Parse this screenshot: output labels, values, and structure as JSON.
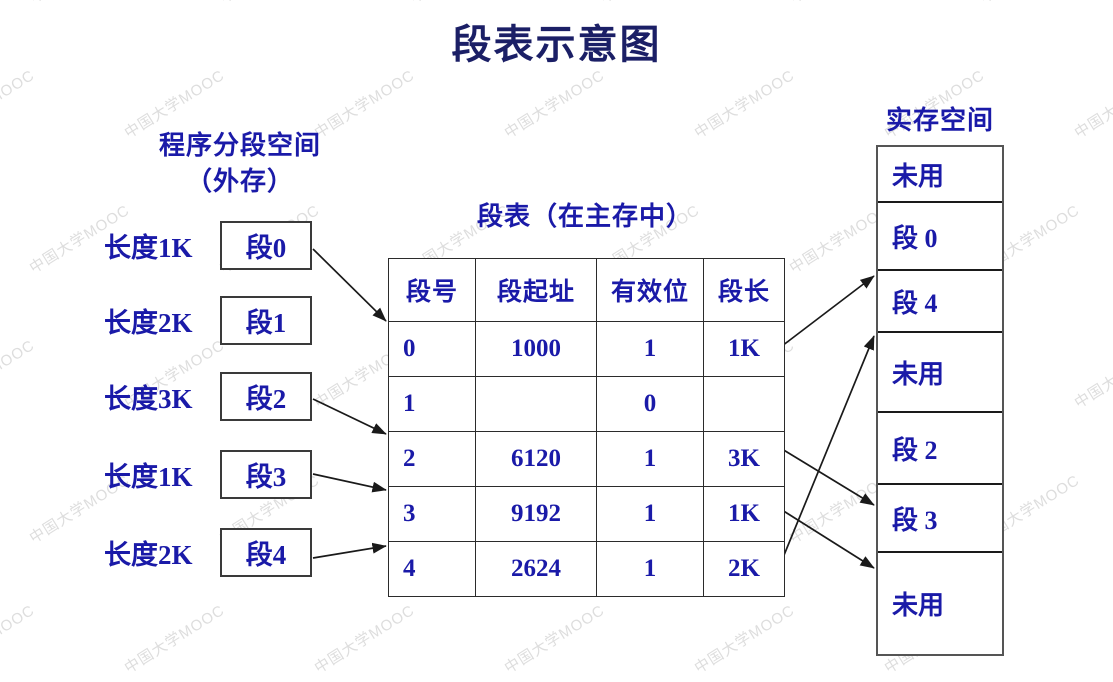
{
  "title": "段表示意图",
  "program_space": {
    "heading_line1": "程序分段空间",
    "heading_line2": "（外存）",
    "segments": [
      {
        "length_label": "长度1K",
        "box_label": "段0"
      },
      {
        "length_label": "长度2K",
        "box_label": "段1"
      },
      {
        "length_label": "长度3K",
        "box_label": "段2"
      },
      {
        "length_label": "长度1K",
        "box_label": "段3"
      },
      {
        "length_label": "长度2K",
        "box_label": "段4"
      }
    ]
  },
  "segment_table": {
    "heading": "段表（在主存中）",
    "columns": [
      "段号",
      "段起址",
      "有效位",
      "段长"
    ],
    "rows": [
      {
        "seg_no": "0",
        "start_addr": "1000",
        "valid": "1",
        "length": "1K"
      },
      {
        "seg_no": "1",
        "start_addr": "",
        "valid": "0",
        "length": ""
      },
      {
        "seg_no": "2",
        "start_addr": "6120",
        "valid": "1",
        "length": "3K"
      },
      {
        "seg_no": "3",
        "start_addr": "9192",
        "valid": "1",
        "length": "1K"
      },
      {
        "seg_no": "4",
        "start_addr": "2624",
        "valid": "1",
        "length": "2K"
      }
    ]
  },
  "real_memory": {
    "heading": "实存空间",
    "cells": [
      "未用",
      "段 0",
      "段 4",
      "未用",
      "段 2",
      "段 3",
      "未用"
    ]
  },
  "watermark": {
    "text": "中国大学MOOC"
  },
  "colors": {
    "title": "#1b1f66",
    "text_blue": "#1a1aa8",
    "border": "#2b2b2b",
    "watermark": "#d8d8d8",
    "background": "#ffffff"
  }
}
